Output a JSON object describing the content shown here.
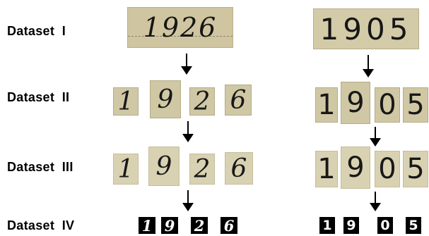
{
  "rows": [
    {
      "label": "Dataset  I"
    },
    {
      "label": "Dataset  II"
    },
    {
      "label": "Dataset  III"
    },
    {
      "label": "Dataset  IV"
    }
  ],
  "samples": [
    {
      "whole": "1926",
      "digits": [
        "1",
        "9",
        "2",
        "6"
      ],
      "style": "handwritten-cursive"
    },
    {
      "whole": "1905",
      "digits": [
        "1",
        "9",
        "0",
        "5"
      ],
      "style": "handwritten-print"
    }
  ],
  "colors": {
    "paper": "#cfc6a1",
    "ink": "#161616",
    "normalized_background": "#000000",
    "normalized_digit": "#ffffff",
    "arrow": "#000000"
  },
  "icons": [
    "down-arrow-icon"
  ]
}
